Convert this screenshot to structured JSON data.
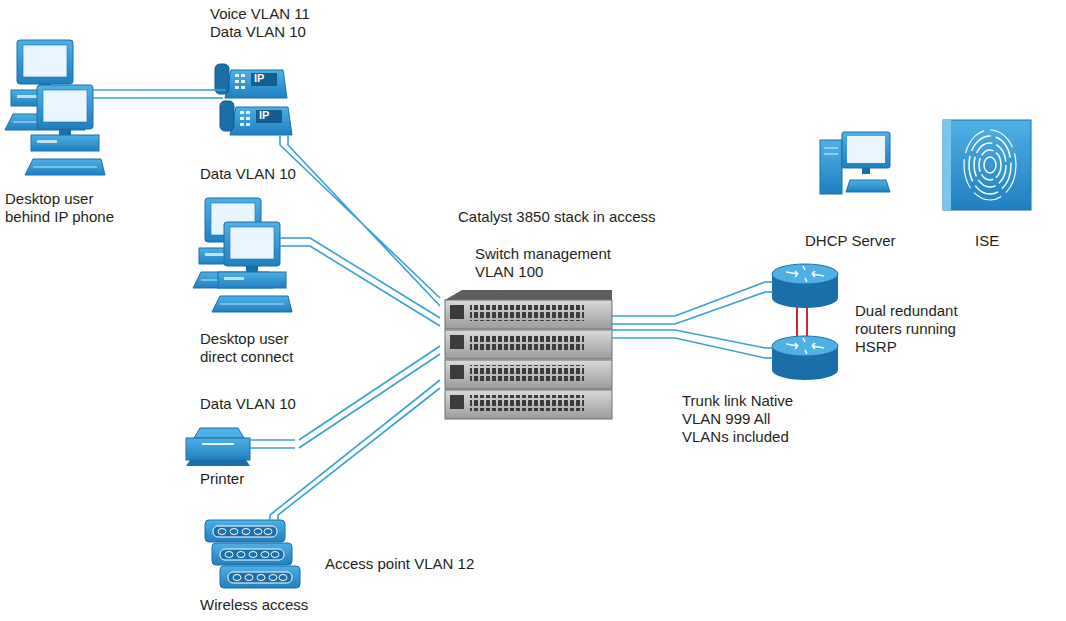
{
  "diagram": {
    "nodes": [
      {
        "text": [
          "Desktop user behind IP phone"
        ]
      },
      {
        "text": [
          "Voice VLAN 11 Data VLAN 10"
        ]
      },
      {
        "text": [
          "Data VLAN 10",
          "Desktop user direct connect"
        ]
      },
      {
        "text": [
          "Data VLAN 10",
          "Printer"
        ]
      },
      {
        "text": [
          "Access point VLAN 12",
          "Wireless access"
        ]
      },
      {
        "text": [
          "Catalyst 3850 stack in access",
          "Switch management VLAN 100"
        ]
      },
      {
        "text": [
          "Dual redundant routers running HSRP"
        ]
      },
      {
        "text": [
          "DHCP Server"
        ]
      },
      {
        "text": [
          "ISE"
        ]
      }
    ],
    "edges": [
      {
        "from": 0,
        "to": 1,
        "arrow": "none"
      },
      {
        "from": 1,
        "to": 5,
        "arrow": "none"
      },
      {
        "from": 2,
        "to": 5,
        "arrow": "none"
      },
      {
        "from": 3,
        "to": 5,
        "arrow": "none"
      },
      {
        "from": 4,
        "to": 5,
        "arrow": "none"
      },
      {
        "from": 5,
        "to": 6,
        "arrow": "none",
        "label": "Trunk link Native VLAN 999 All VLANs included"
      }
    ],
    "labels": [
      "IP",
      "IP"
    ]
  }
}
